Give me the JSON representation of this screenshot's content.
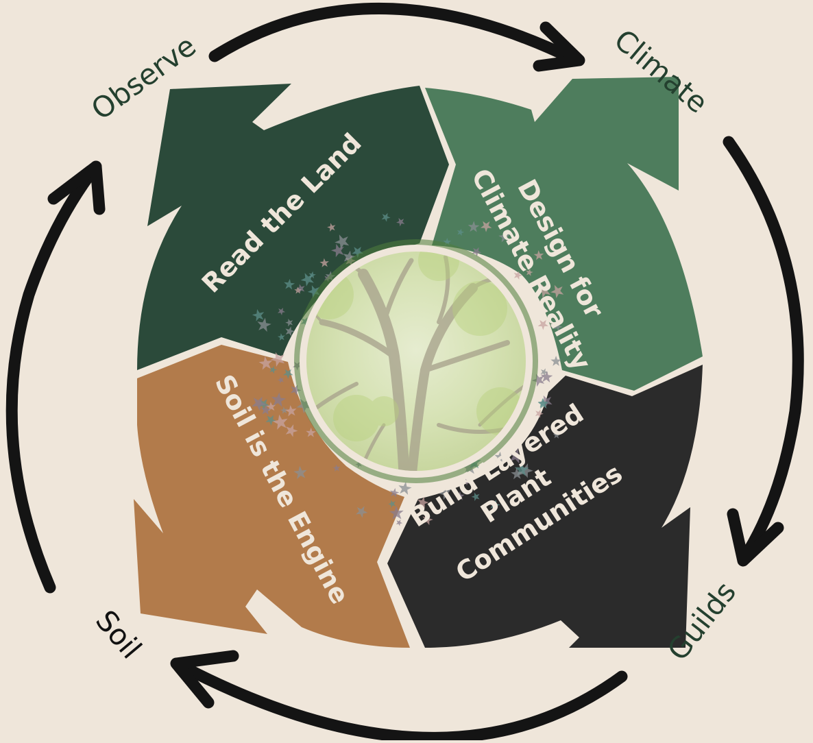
{
  "diagram": {
    "type": "cycle",
    "background_color": "#EFE6DA",
    "center": {
      "image_description": "Tree canopy photo with pale green leaves",
      "icon": "tree-photo"
    },
    "segments": [
      {
        "id": "read-the-land",
        "lines": [
          "Read the Land"
        ],
        "color": "#2B4A3A",
        "text_color": "#EFE6DA"
      },
      {
        "id": "design-for-climate",
        "lines": [
          "Design for",
          "Climate Reality"
        ],
        "color": "#4E7D5D",
        "text_color": "#EFE6DA"
      },
      {
        "id": "build-layered",
        "lines": [
          "Build Layered",
          "Plant",
          "Communities"
        ],
        "color": "#2B2B2B",
        "text_color": "#EFE6DA"
      },
      {
        "id": "soil-engine",
        "lines": [
          "Soil is the Engine"
        ],
        "color": "#B27B4B",
        "text_color": "#EFE6DA"
      }
    ],
    "outer_labels": [
      {
        "text": "Observe",
        "color": "#24402F"
      },
      {
        "text": "Climate",
        "color": "#24402F"
      },
      {
        "text": "Guilds",
        "color": "#24402F"
      },
      {
        "text": "Soil",
        "color": "#111111"
      }
    ],
    "cycle_arrows": {
      "direction": "clockwise",
      "color": "#141414",
      "count": 4
    },
    "star_colors": [
      "#5E8F8A",
      "#8A8F93",
      "#8A7C8E",
      "#C7A3A0"
    ]
  }
}
